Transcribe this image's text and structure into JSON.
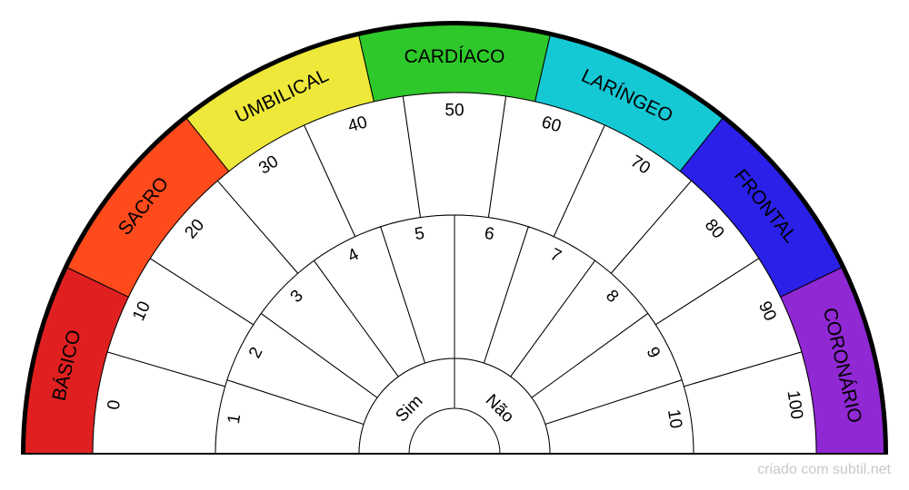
{
  "bands": [
    {
      "label": "BÁSICO",
      "color": "#e02020"
    },
    {
      "label": "SACRO",
      "color": "#ff4a1c"
    },
    {
      "label": "UMBILICAL",
      "color": "#eee83a"
    },
    {
      "label": "CARDÍACO",
      "color": "#2ec82a"
    },
    {
      "label": "LARÍNGEO",
      "color": "#14c8d4"
    },
    {
      "label": "FRONTAL",
      "color": "#2a20e8"
    },
    {
      "label": "CORONÁRIO",
      "color": "#9028d4"
    }
  ],
  "outer_scale": [
    "0",
    "10",
    "20",
    "30",
    "40",
    "50",
    "60",
    "70",
    "80",
    "90",
    "100"
  ],
  "inner_scale": [
    "1",
    "2",
    "3",
    "4",
    "5",
    "6",
    "7",
    "8",
    "9",
    "10"
  ],
  "center": {
    "left": "Sim",
    "right": "Não"
  },
  "credit": "criado com subtil.net"
}
